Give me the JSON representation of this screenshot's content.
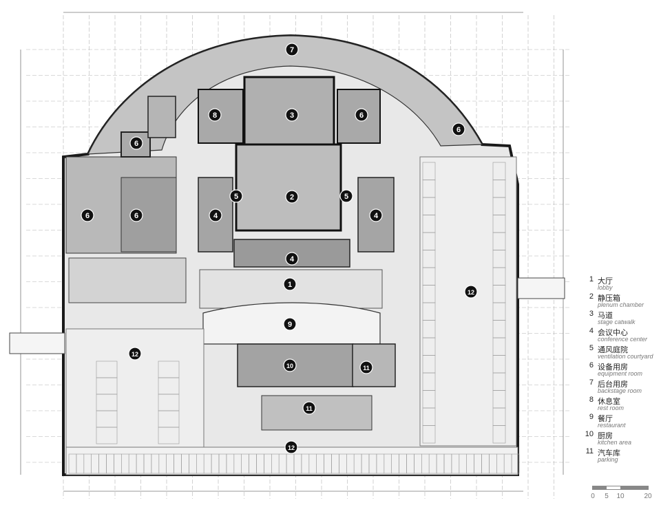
{
  "legend": [
    {
      "num": "1",
      "zh": "大厅",
      "en": "lobby"
    },
    {
      "num": "2",
      "zh": "静压箱",
      "en": "plenum chamber"
    },
    {
      "num": "3",
      "zh": "马道",
      "en": "stage catwalk"
    },
    {
      "num": "4",
      "zh": "会议中心",
      "en": "conference center"
    },
    {
      "num": "5",
      "zh": "通风庭院",
      "en": "ventilation courtyard"
    },
    {
      "num": "6",
      "zh": "设备用房",
      "en": "equipment room"
    },
    {
      "num": "7",
      "zh": "后台用房",
      "en": "backstage room"
    },
    {
      "num": "8",
      "zh": "休息室",
      "en": "rest room"
    },
    {
      "num": "9",
      "zh": "餐厅",
      "en": "restaurant"
    },
    {
      "num": "10",
      "zh": "厨房",
      "en": "kitchen area"
    },
    {
      "num": "11",
      "zh": "汽车库",
      "en": "parking"
    }
  ],
  "markers": [
    "1",
    "2",
    "3",
    "4",
    "4",
    "4",
    "5",
    "5",
    "6",
    "6",
    "6",
    "6",
    "6",
    "7",
    "8",
    "9",
    "10",
    "11",
    "11",
    "12",
    "12",
    "12"
  ],
  "scale_ticks": [
    "0",
    "5",
    "10",
    "20"
  ],
  "colors": {
    "line": "#222222",
    "fill_light": "#dcdcdc",
    "fill_dark": "#a9a9a9",
    "grid": "#b4b4b4",
    "marker": "#111111"
  }
}
